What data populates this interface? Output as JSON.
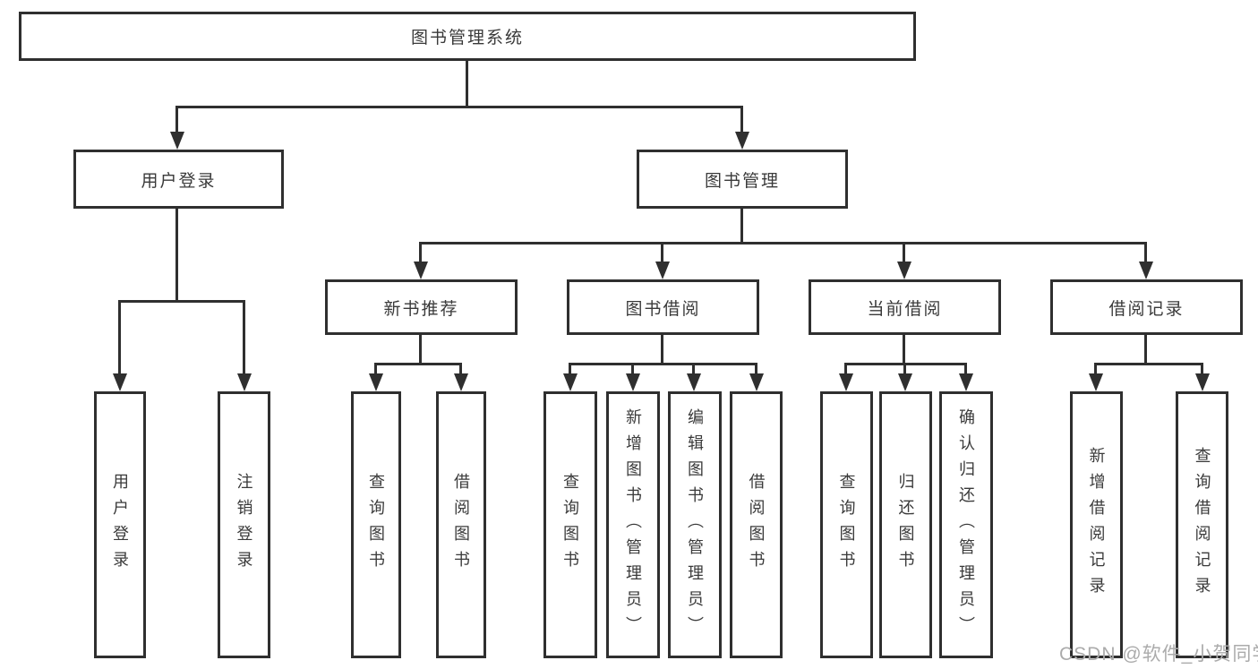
{
  "diagram": {
    "type": "function-structure-tree",
    "root": {
      "label": "图书管理系统"
    },
    "branches": [
      {
        "label": "用户登录",
        "children": [
          {
            "label": "用户登录"
          },
          {
            "label": "注销登录"
          }
        ]
      },
      {
        "label": "图书管理",
        "children": [
          {
            "label": "新书推荐",
            "children": [
              {
                "label": "查询图书"
              },
              {
                "label": "借阅图书"
              }
            ]
          },
          {
            "label": "图书借阅",
            "children": [
              {
                "label": "查询图书"
              },
              {
                "label": "新增图书（管理员）"
              },
              {
                "label": "编辑图书（管理员）"
              },
              {
                "label": "借阅图书"
              }
            ]
          },
          {
            "label": "当前借阅",
            "children": [
              {
                "label": "查询图书"
              },
              {
                "label": "归还图书"
              },
              {
                "label": "确认归还（管理员）"
              }
            ]
          },
          {
            "label": "借阅记录",
            "children": [
              {
                "label": "新增借阅记录"
              },
              {
                "label": "查询借阅记录"
              }
            ]
          }
        ]
      }
    ]
  },
  "watermark": "CSDN @软件_小贺同学",
  "colors": {
    "line": "#2f2f2f",
    "text": "#3a3a3a",
    "watermark": "#ababab",
    "background": "#ffffff"
  }
}
